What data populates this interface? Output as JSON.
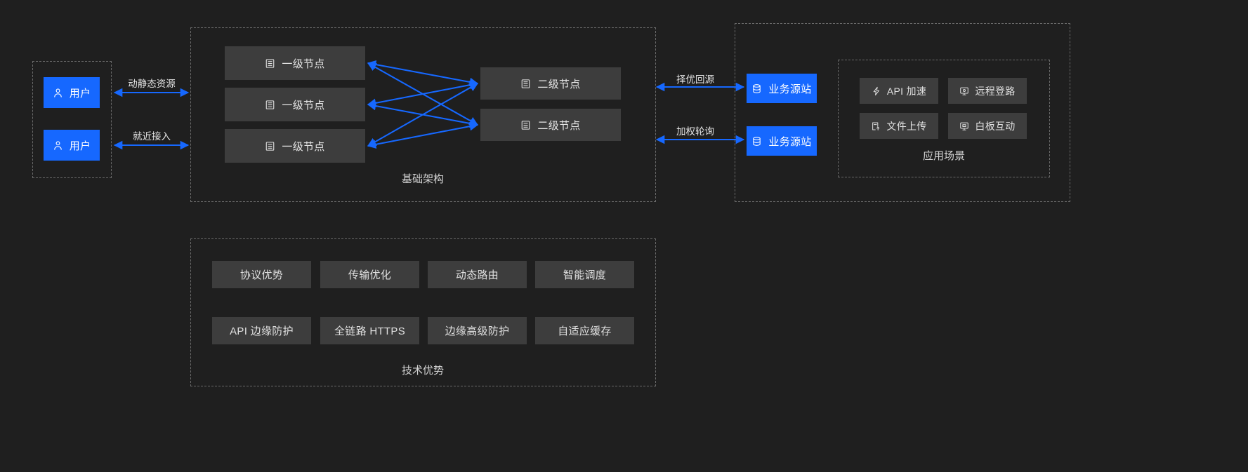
{
  "theme": {
    "background": "#1f1f1f",
    "box_grey": "#3d3d3d",
    "accent_blue": "#1668ff",
    "dashed_border": "#6a6a6a",
    "text": "#e6e6e6"
  },
  "users_panel": {
    "items": [
      {
        "label": "用户",
        "icon": "user-icon"
      },
      {
        "label": "用户",
        "icon": "user-icon"
      }
    ]
  },
  "user_links": [
    {
      "label": "动静态资源"
    },
    {
      "label": "就近接入"
    }
  ],
  "infrastructure_panel": {
    "caption": "基础架构",
    "level1_nodes": [
      {
        "label": "一级节点",
        "icon": "server-icon"
      },
      {
        "label": "一级节点",
        "icon": "server-icon"
      },
      {
        "label": "一级节点",
        "icon": "server-icon"
      }
    ],
    "level2_nodes": [
      {
        "label": "二级节点",
        "icon": "server-icon"
      },
      {
        "label": "二级节点",
        "icon": "server-icon"
      }
    ]
  },
  "origin_links": [
    {
      "label": "择优回源"
    },
    {
      "label": "加权轮询"
    }
  ],
  "origin_panel": {
    "items": [
      {
        "label": "业务源站",
        "icon": "database-icon"
      },
      {
        "label": "业务源站",
        "icon": "database-icon"
      }
    ]
  },
  "scenarios_panel": {
    "caption": "应用场景",
    "items": [
      {
        "label": "API 加速",
        "icon": "lightning-icon"
      },
      {
        "label": "远程登路",
        "icon": "monitor-icon"
      },
      {
        "label": "文件上传",
        "icon": "file-upload-icon"
      },
      {
        "label": "白板互动",
        "icon": "whiteboard-icon"
      }
    ]
  },
  "tech_panel": {
    "caption": "技术优势",
    "row1": [
      {
        "label": "协议优势"
      },
      {
        "label": "传输优化"
      },
      {
        "label": "动态路由"
      },
      {
        "label": "智能调度"
      }
    ],
    "row2": [
      {
        "label": "API 边缘防护"
      },
      {
        "label": "全链路 HTTPS"
      },
      {
        "label": "边缘高级防护"
      },
      {
        "label": "自适应缓存"
      }
    ]
  }
}
